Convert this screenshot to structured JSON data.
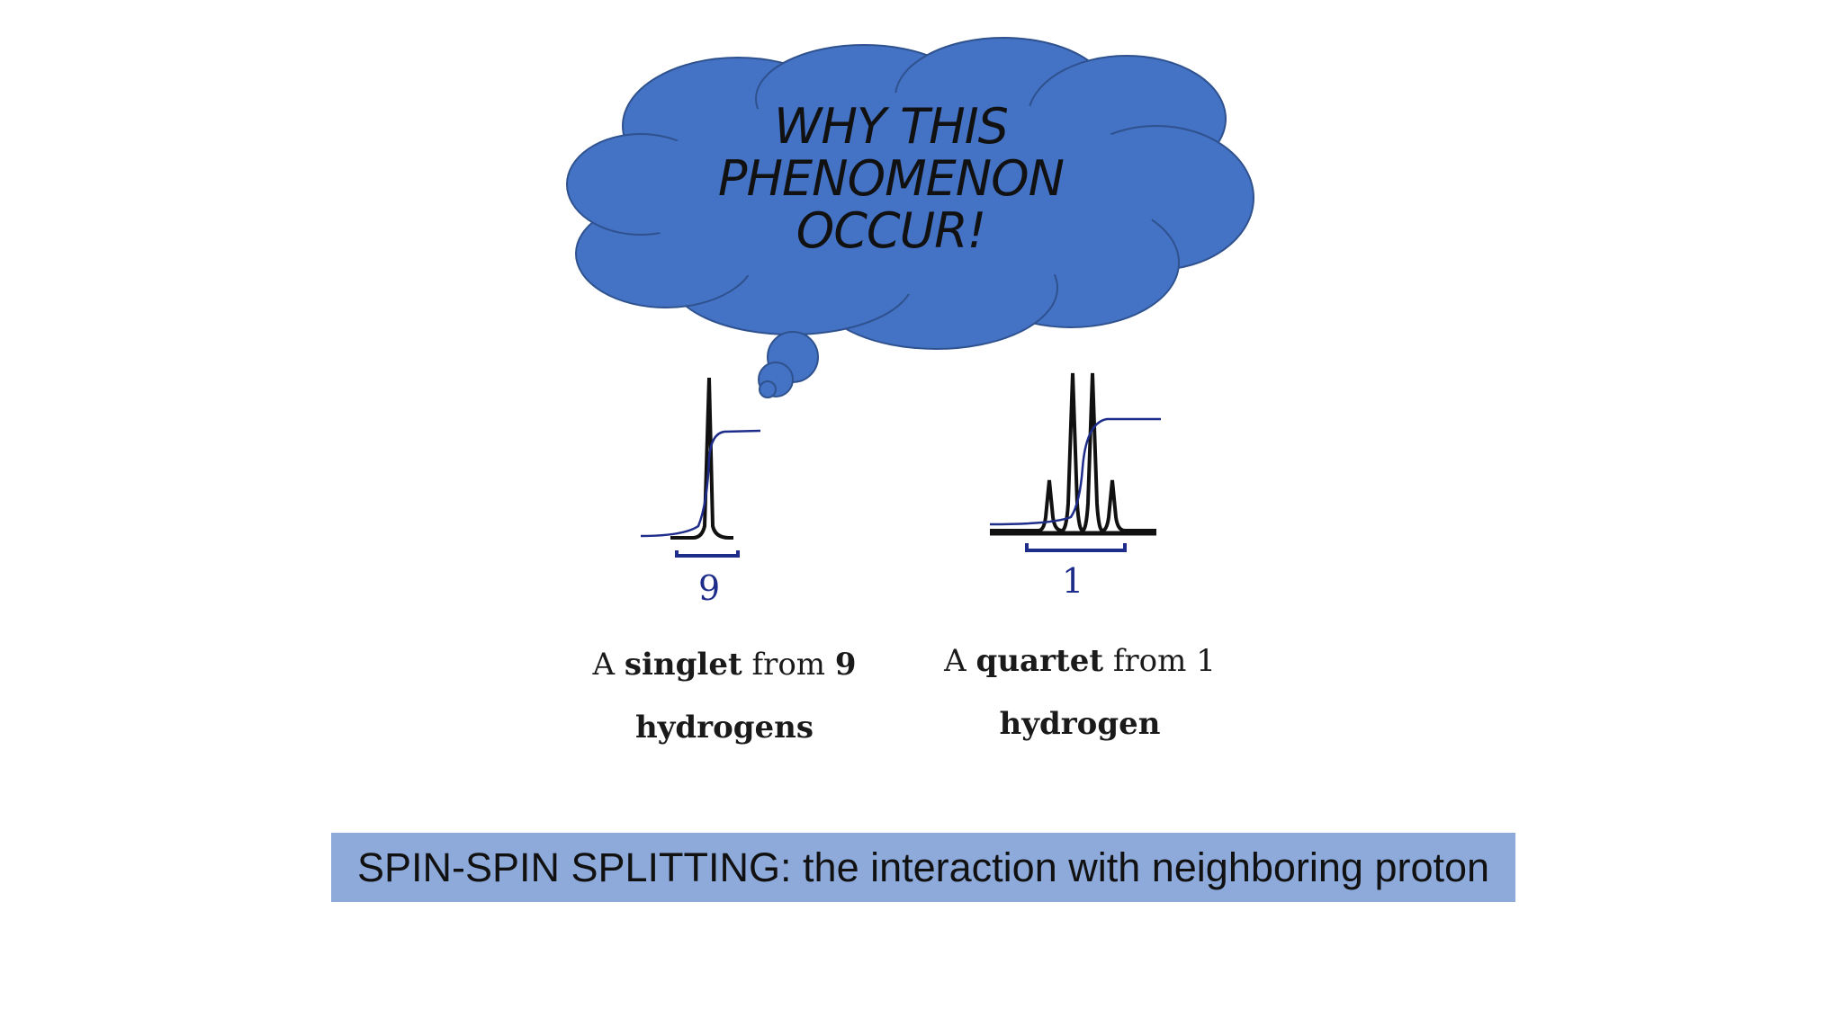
{
  "cloud": {
    "line1": "WHY THIS",
    "line2": "PHENOMENON",
    "line3": "OCCUR!",
    "fill_color": "#4472c4",
    "stroke_color": "#2f528f"
  },
  "spectra": {
    "singlet": {
      "integration": "9",
      "caption_prefix": "A ",
      "caption_bold": "singlet",
      "caption_middle": " from ",
      "caption_bold2": "9",
      "caption_line2": "hydrogens"
    },
    "quartet": {
      "integration": "1",
      "caption_prefix": "A ",
      "caption_bold": "quartet",
      "caption_middle": " from 1",
      "caption_line2": "hydrogen"
    },
    "peak_color": "#111111",
    "integral_color": "#1f2d8a"
  },
  "banner": {
    "text": "SPIN-SPIN SPLITTING: the interaction with neighboring proton",
    "background": "#8eaadb"
  }
}
